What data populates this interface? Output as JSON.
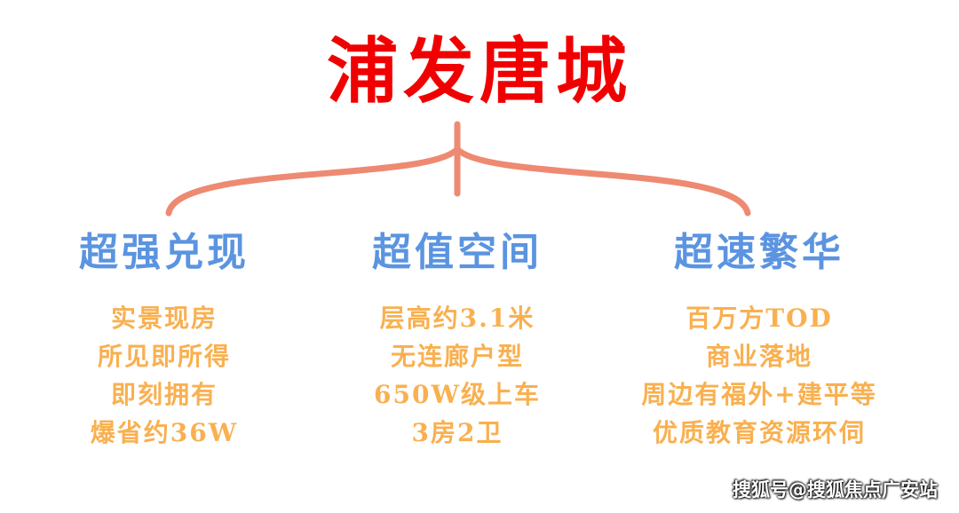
{
  "title": "浦发唐城",
  "colors": {
    "title": "#f00000",
    "brace": "#ee8a72",
    "heading": "#5b94e0",
    "item": "#f9b050"
  },
  "columns": [
    {
      "heading": "超强兑现",
      "items": [
        "实景现房",
        "所见即所得",
        "即刻拥有",
        "爆省约36W"
      ]
    },
    {
      "heading": "超值空间",
      "items": [
        "层高约3.1米",
        "无连廊户型",
        "650W级上车",
        "3房2卫"
      ]
    },
    {
      "heading": "超速繁华",
      "items": [
        "百万方TOD",
        "商业落地",
        "周边有福外+建平等",
        "优质教育资源环伺"
      ]
    }
  ],
  "watermark": "搜狐号@搜狐焦点广安站"
}
